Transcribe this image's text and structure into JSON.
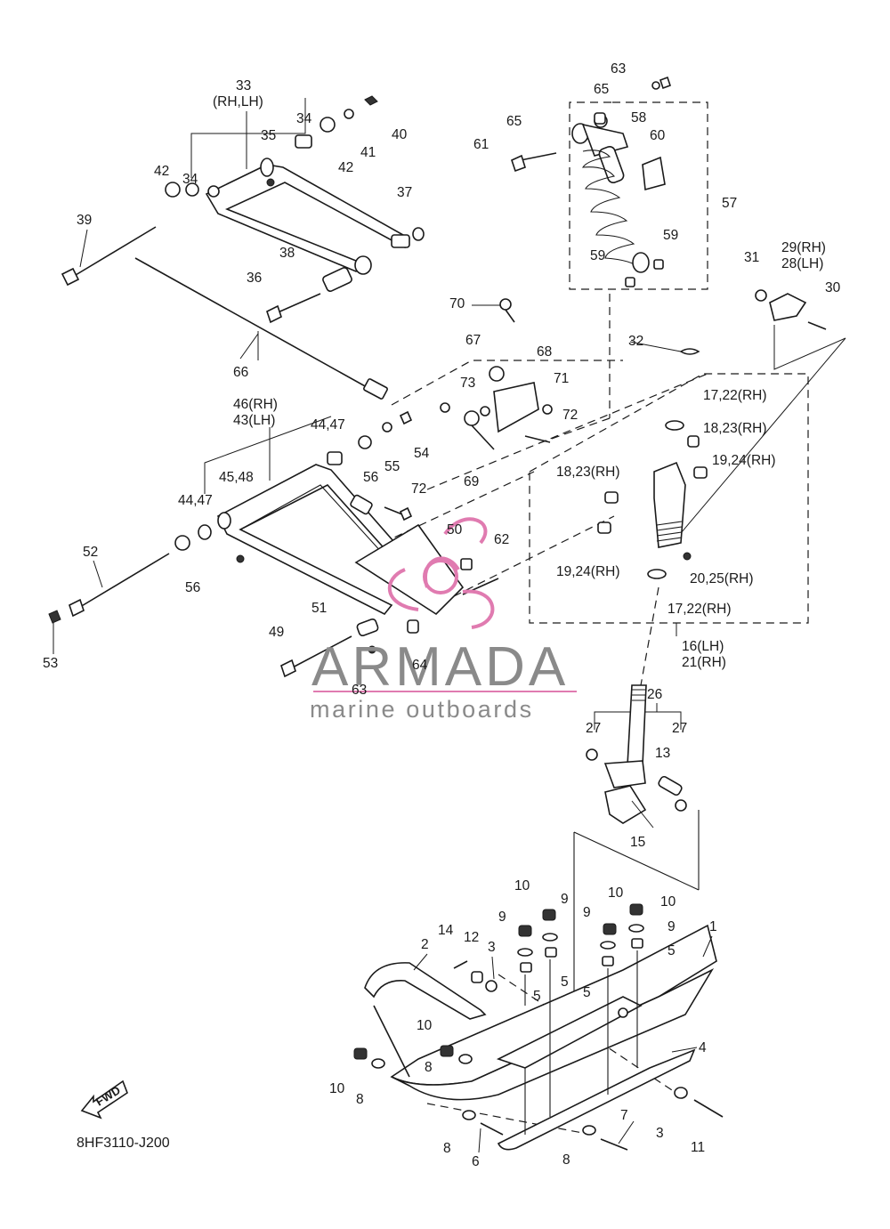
{
  "diagram": {
    "code": "8HF3110-J200",
    "fwd_label": "FWD",
    "watermark": {
      "brand": "ARMADA",
      "tagline": "marine outboards",
      "accent_color": "#e07bb0",
      "text_color": "#8a8a8a"
    },
    "labels": {
      "l1": "1",
      "l2": "2",
      "l3a": "3",
      "l3b": "3",
      "l4": "4",
      "l5a": "5",
      "l5b": "5",
      "l5c": "5",
      "l5d": "5",
      "l6": "6",
      "l7": "7",
      "l8a": "8",
      "l8b": "8",
      "l8c": "8",
      "l8d": "8",
      "l9a": "9",
      "l9b": "9",
      "l9c": "9",
      "l9d": "9",
      "l10a": "10",
      "l10b": "10",
      "l10c": "10",
      "l10d": "10",
      "l10e": "10",
      "l11": "11",
      "l12": "12",
      "l13": "13",
      "l14": "14",
      "l15": "15",
      "l16": "16(LH)",
      "l21": "21(RH)",
      "l17a": "17,22(RH)",
      "l17b": "17,22(RH)",
      "l18a": "18,23(RH)",
      "l18b": "18,23(RH)",
      "l19a": "19,24(RH)",
      "l19b": "19,24(RH)",
      "l20": "20,25(RH)",
      "l26": "26",
      "l27a": "27",
      "l27b": "27",
      "l29": "29(RH)",
      "l28": "28(LH)",
      "l30": "30",
      "l31": "31",
      "l32": "32",
      "l33": "33",
      "l33s": "(RH,LH)",
      "l34a": "34",
      "l34b": "34",
      "l35": "35",
      "l36": "36",
      "l37": "37",
      "l38": "38",
      "l39": "39",
      "l40": "40",
      "l41": "41",
      "l42a": "42",
      "l42b": "42",
      "l46": "46(RH)",
      "l43": "43(LH)",
      "l44a": "44,47",
      "l44b": "44,47",
      "l45": "45,48",
      "l49": "49",
      "l50": "50",
      "l51": "51",
      "l52": "52",
      "l53": "53",
      "l54": "54",
      "l55": "55",
      "l56a": "56",
      "l56b": "56",
      "l57": "57",
      "l58": "58",
      "l59a": "59",
      "l59b": "59",
      "l60": "60",
      "l61": "61",
      "l62": "62",
      "l63a": "63",
      "l63b": "63",
      "l64": "64",
      "l65a": "65",
      "l65b": "65",
      "l66": "66",
      "l67": "67",
      "l68": "68",
      "l69": "69",
      "l70": "70",
      "l71": "71",
      "l72a": "72",
      "l72b": "72",
      "l73": "73"
    }
  }
}
